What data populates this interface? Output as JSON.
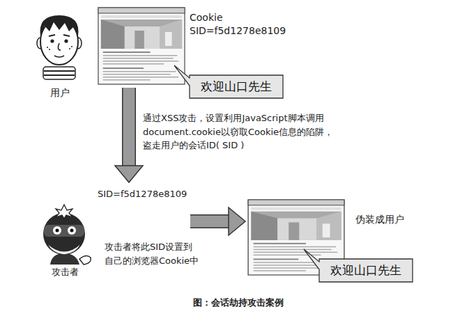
{
  "diagram": {
    "caption": "图：会话劫持攻击案例",
    "nodes": [
      {
        "text": [
          "用户"
        ]
      },
      {
        "text": [
          "Cookie SID=f5d1278e8109"
        ]
      },
      {
        "text": [
          "欢迎山口先生"
        ]
      },
      {
        "text": [
          "SID=f5d1278e8109",
          "攻击者"
        ]
      },
      {
        "text": [
          "伪装成用户"
        ]
      },
      {
        "text": [
          "欢迎山口先生"
        ]
      }
    ],
    "edges": [
      {
        "from": 1,
        "to": 3,
        "arrow": "to",
        "label": "通过XSS攻击，设置利用JavaScript脚本调用 document.cookie以窃取Cookie信息的陷阱， 盗走用户的会话ID( SID )"
      },
      {
        "from": 3,
        "to": 4,
        "arrow": "to",
        "label": "攻击者将此SID设置到 自己的浏览器Cookie中"
      }
    ]
  }
}
